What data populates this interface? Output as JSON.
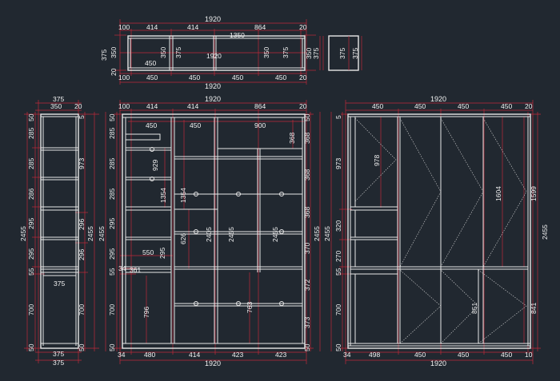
{
  "colors": {
    "background": "#212830",
    "linework": "#e8e8e8",
    "dimension": "#c0283a",
    "text": "#f2f2f2"
  },
  "top_view": {
    "total": "1920",
    "top": [
      "100",
      "414",
      "414",
      "864",
      "20"
    ],
    "bottom": [
      "100",
      "450",
      "450",
      "450",
      "450",
      "20"
    ],
    "bottom_total": "1920",
    "inner_total": "1350",
    "inner_mid": "1920",
    "inner_450": "450",
    "left_tall": "375",
    "left_sub": [
      "350",
      "20"
    ],
    "inner_350a": "350",
    "inner_375a": "375",
    "inner_350b": "350",
    "inner_375b": "375",
    "right_a": [
      "375",
      "350"
    ],
    "right_b": [
      "375",
      "375"
    ]
  },
  "side_view": {
    "top": "375",
    "top_sub": [
      "350",
      "20"
    ],
    "left": [
      "50",
      "285",
      "285",
      "286",
      "295",
      "295",
      "55",
      "700",
      "50"
    ],
    "right": [
      "5",
      "973",
      "296",
      "296",
      "700",
      "50"
    ],
    "total_l": "2455",
    "total_r": "2455",
    "mid_375": "375",
    "bottom": "375",
    "bottom2": "375"
  },
  "front_view": {
    "total": "1920",
    "top": [
      "100",
      "414",
      "414",
      "864",
      "20"
    ],
    "left": [
      "50",
      "285",
      "285",
      "285",
      "295",
      "295",
      "55",
      "700",
      "50"
    ],
    "right": [
      "50",
      "368",
      "368",
      "368",
      "370",
      "372",
      "373",
      "50"
    ],
    "total_l": "2455",
    "total_r": "2455",
    "inner": {
      "w450a": "450",
      "w450b": "450",
      "w900": "900",
      "h368": "368",
      "h929": "929",
      "h1354a": "1354",
      "h1354b": "1354",
      "h626": "626",
      "h295": "295",
      "w550": "550",
      "w34": "34",
      "w361": "361",
      "h2405": "2405",
      "h2455a": "2455",
      "h2455b": "2455",
      "h796": "796",
      "h763": "763"
    },
    "bottom": [
      "34",
      "480",
      "414",
      "423",
      "423"
    ],
    "bottom_total": "1920"
  },
  "back_view": {
    "total": "1920",
    "top": [
      "450",
      "450",
      "450",
      "450",
      "20"
    ],
    "left": [
      "5",
      "973",
      "320",
      "270",
      "55",
      "700",
      "50"
    ],
    "right": [
      "1599",
      "2455"
    ],
    "inner": {
      "h978": "978",
      "h1604": "1604",
      "h851": "851",
      "h841": "841"
    },
    "bottom": [
      "34",
      "498",
      "450",
      "450",
      "450",
      "10"
    ],
    "bottom_total": "1920"
  }
}
